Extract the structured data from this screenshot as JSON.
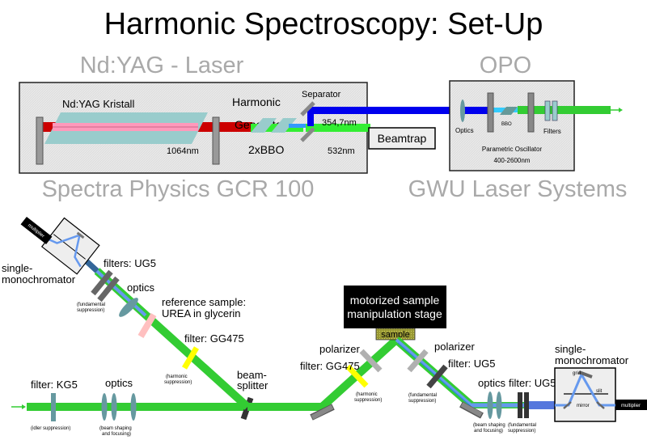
{
  "title": "Harmonic Spectroscopy:  Set-Up",
  "laser": {
    "heading": "Nd:YAG  -  Laser",
    "subheading": "Spectra Physics GCR 100",
    "crystal_label": "Nd:YAG Kristall",
    "wavelength_fundamental": "1064nm",
    "harmonic_label": "Harmonic",
    "generator_label": "Generator",
    "bbo_label": "2xBBO",
    "separator_label": "Separator",
    "wavelength_uv": "354,7nm",
    "wavelength_green": "532nm",
    "beamtrap_label": "Beamtrap"
  },
  "opo": {
    "heading": "OPO",
    "subheading": "GWU Laser Systems",
    "optics_label": "Optics",
    "bbo_label": "BBO",
    "filters_label": "Filters",
    "oscillator_label": "Parametric Oscillator",
    "range_label": "400-2600nm"
  },
  "reference_arm": {
    "multiplier_label": "multiplier",
    "monochromator_label_1": "single-",
    "monochromator_label_2": "monochromator",
    "filters_label": "filters: UG5",
    "filters_note_1": "(fundamental",
    "filters_note_2": "suppression)",
    "optics_label": "optics",
    "reference_label_1": "reference sample:",
    "reference_label_2": "UREA in glycerin",
    "filter_gg475_label": "filter: GG475",
    "filter_gg475_note_1": "(harmonic",
    "filter_gg475_note_2": "suppression)"
  },
  "input_arm": {
    "filter_kg5_label": "filter: KG5",
    "filter_kg5_note": "(idler suppression)",
    "optics_label": "optics",
    "optics_note_1": "(beam shaping",
    "optics_note_2": "and focusing)",
    "beamsplitter_label_1": "beam-",
    "beamsplitter_label_2": "splitter"
  },
  "sample_arm": {
    "stage_label_1": "motorized sample",
    "stage_label_2": "manipulation stage",
    "sample_label": "sample",
    "polarizer_in_label": "polarizer",
    "filter_gg475_label": "filter: GG475",
    "filter_gg475_note_1": "(harmonic",
    "filter_gg475_note_2": "suppression)",
    "polarizer_out_label": "polarizer",
    "filter_ug5_label": "filter: UG5",
    "filter_ug5_note_1": "(fundamental",
    "filter_ug5_note_2": "suppression)",
    "optics_label": "optics",
    "optics_note_1": "(beam shaping",
    "optics_note_2": "and focusing)",
    "filter2_ug5_label": "filter: UG5",
    "filter2_ug5_note_1": "(fundamental",
    "filter2_ug5_note_2": "suppression)",
    "monochromator_label_1": "single-",
    "monochromator_label_2": "monochromator",
    "grid_label": "grid",
    "mirror_label": "mirror",
    "slit_label": "slit",
    "multiplier_label": "multiplier"
  },
  "colors": {
    "ir_beam": "#cc0000",
    "green_beam": "#33cc33",
    "uv_beam": "#0000ee",
    "harmonic_beam": "#6699ee",
    "crystal": "#99cccc",
    "box_fill": "#e6e6e6",
    "mirror": "#888888",
    "polarizer": "#b0b0b0",
    "filter_yellow": "#ffff00",
    "reference_sample": "#ffc0c0",
    "optics": "#6699a0",
    "sample": "#999933"
  }
}
